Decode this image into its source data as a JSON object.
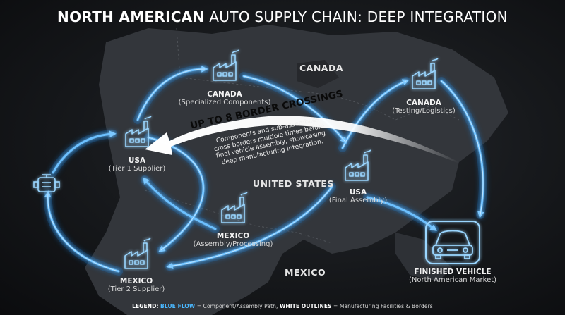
{
  "title": {
    "bold": "NORTH AMERICAN",
    "light": "AUTO SUPPLY CHAIN: DEEP INTEGRATION"
  },
  "regions": {
    "canada": "CANADA",
    "united_states": "UNITED STATES",
    "mexico": "MEXICO"
  },
  "nodes": {
    "canada_specialized": {
      "name": "CANADA",
      "sub": "(Specialized Components)"
    },
    "canada_testing": {
      "name": "CANADA",
      "sub": "(Testing/Logistics)"
    },
    "usa_tier1": {
      "name": "USA",
      "sub": "(Tier 1 Supplier)"
    },
    "usa_final": {
      "name": "USA",
      "sub": "(Final Assembly)"
    },
    "mexico_assembly": {
      "name": "MEXICO",
      "sub": "(Assembly/Processing)"
    },
    "mexico_tier2": {
      "name": "MEXICO",
      "sub": "(Tier 2 Supplier)"
    },
    "finished_vehicle": {
      "name": "FINISHED VEHICLE",
      "sub": "(North American Market)"
    }
  },
  "banner": {
    "headline": "UP TO 8 BORDER CROSSINGS",
    "description": "Components and sub-assemblies cross borders multiple times before final vehicle assembly, showcasing deep manufacturing integration."
  },
  "legend": {
    "label": "LEGEND:",
    "blue_flow": "BLUE FLOW",
    "blue_flow_desc": "= Component/Assembly Path,",
    "white_outlines": "WHITE OUTLINES",
    "white_outlines_desc": "= Manufacturing Facilities & Borders"
  },
  "icons": {
    "factory": "factory-icon",
    "engine": "engine-icon",
    "car": "car-icon"
  },
  "colors": {
    "flow": "#3aa8ff",
    "glow": "#1f7fd6",
    "icon": "#8fd2ff",
    "land": "#3a3d42"
  }
}
